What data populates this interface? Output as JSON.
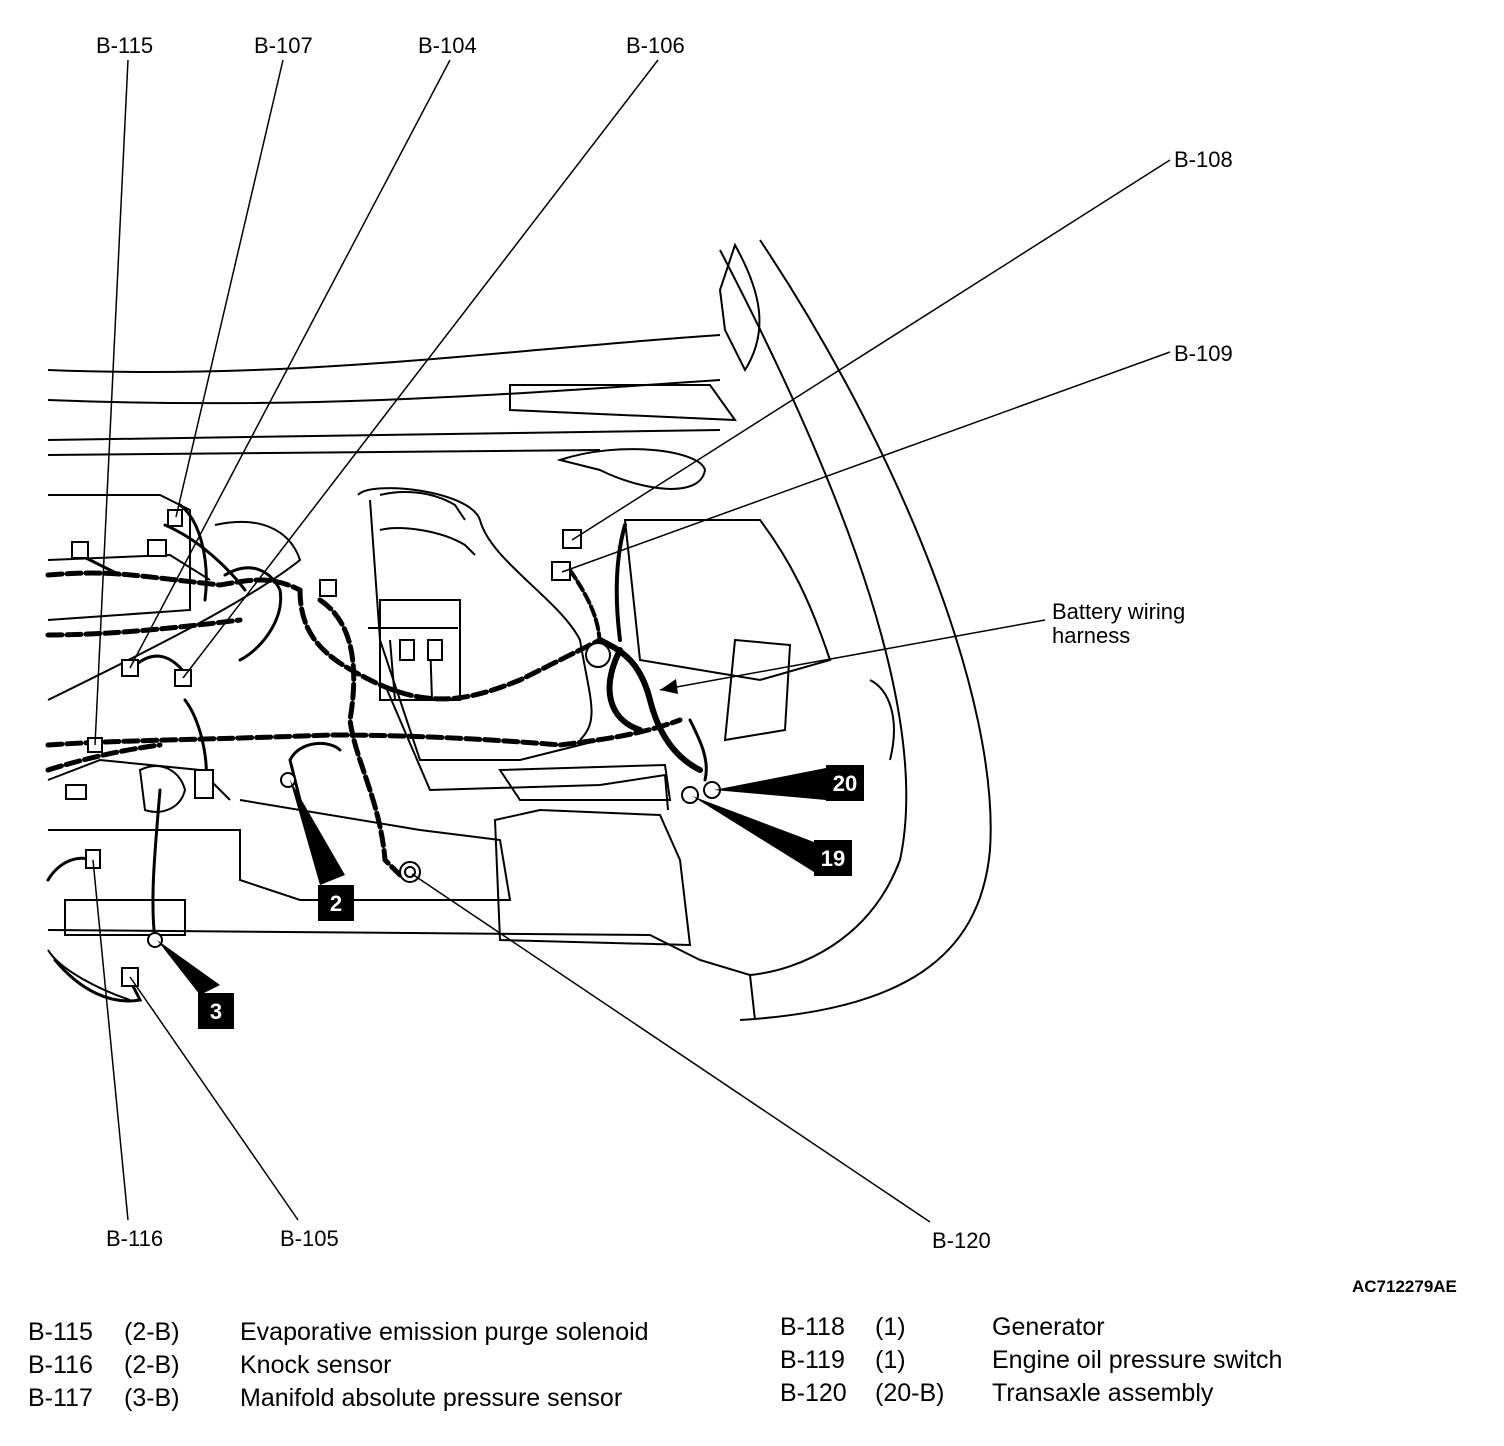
{
  "diagram": {
    "connector_labels": [
      "B-115",
      "B-107",
      "B-104",
      "B-106",
      "B-108",
      "B-109",
      "B-116",
      "B-105",
      "B-120"
    ],
    "harness_label_line1": "Battery wiring",
    "harness_label_line2": "harness",
    "callouts": [
      "2",
      "3",
      "20",
      "19"
    ],
    "figure_code": "AC712279AE"
  },
  "legend": {
    "left": [
      {
        "id": "B-115",
        "ref": "(2-B)",
        "name": "Evaporative emission purge solenoid"
      },
      {
        "id": "B-116",
        "ref": "(2-B)",
        "name": "Knock sensor"
      },
      {
        "id": "B-117",
        "ref": "(3-B)",
        "name": "Manifold absolute pressure sensor"
      }
    ],
    "right": [
      {
        "id": "B-118",
        "ref": "(1)",
        "name": "Generator"
      },
      {
        "id": "B-119",
        "ref": "(1)",
        "name": "Engine oil pressure switch"
      },
      {
        "id": "B-120",
        "ref": "(20-B)",
        "name": "Transaxle assembly"
      }
    ]
  }
}
